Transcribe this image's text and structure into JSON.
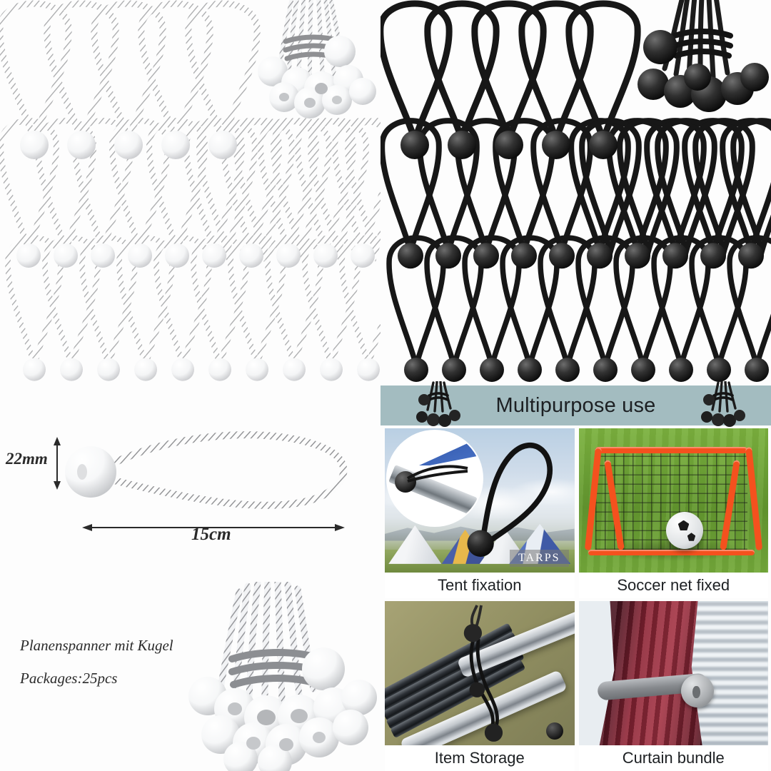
{
  "product": {
    "name_de": "Planenspanner mit Kugel",
    "package_label": "Packages:25pcs",
    "ball_diameter": "22mm",
    "loop_length": "15cm",
    "colors": {
      "ball_white": "#ffffff",
      "ball_black": "#1a1a1a",
      "cord_white": "#d8d8d8",
      "cord_black": "#1a1a1a",
      "banner": "#a3bcc0",
      "soccer_frame": "#f4511e",
      "grass": "#6f9a35",
      "curtain": "#8e2536"
    }
  },
  "panels": {
    "white_loops": {
      "label": "white-ball-bungee-array",
      "rows": [
        {
          "count": 5,
          "ball": "white",
          "size": "large"
        },
        {
          "count": 10,
          "ball": "white",
          "size": "medium"
        },
        {
          "count": 10,
          "ball": "white",
          "size": "small"
        }
      ],
      "bundle_label": "white-bungee-bundle"
    },
    "black_loops": {
      "label": "black-ball-bungee-array",
      "rows": [
        {
          "count": 5,
          "ball": "black",
          "size": "large"
        },
        {
          "count": 10,
          "ball": "black",
          "size": "medium"
        },
        {
          "count": 10,
          "ball": "black",
          "size": "small"
        }
      ],
      "bundle_label": "black-bungee-bundle"
    }
  },
  "multipurpose": {
    "title": "Multipurpose use",
    "cells": [
      {
        "caption": "Tent fixation",
        "scene": "tent",
        "watermark": "TARPS"
      },
      {
        "caption": "Soccer net fixed",
        "scene": "soccer",
        "watermark": ""
      },
      {
        "caption": "Item Storage",
        "scene": "poles",
        "watermark": ""
      },
      {
        "caption": "Curtain bundle",
        "scene": "curtain",
        "watermark": ""
      }
    ]
  }
}
